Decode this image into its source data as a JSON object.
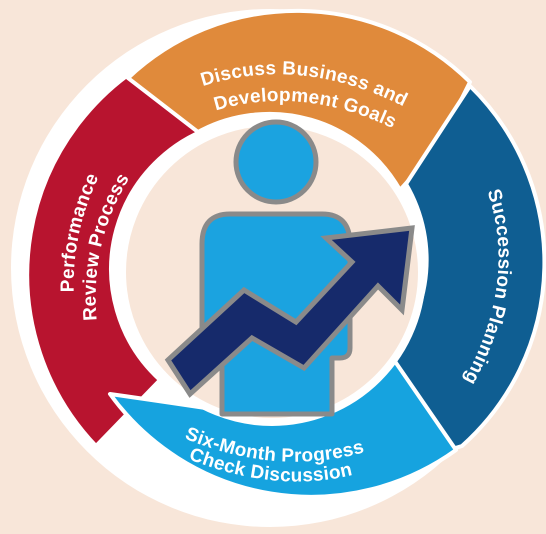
{
  "colors": {
    "background": "#f8e6d9",
    "ring_outline": "#ffffff",
    "center_disc": "#f8e6d9",
    "person_fill": "#1ba3e0",
    "person_outline": "#8a8a8a",
    "arrow_fill": "#162a6b",
    "arrow_outline": "#8a8a8a"
  },
  "segments": [
    {
      "id": "goals",
      "color": "#e08a3b",
      "lines": [
        "Discuss Business and",
        "Development Goals"
      ]
    },
    {
      "id": "succession",
      "color": "#0f5e92",
      "lines": [
        "Succession Planning"
      ]
    },
    {
      "id": "checkin",
      "color": "#16a3df",
      "lines": [
        "Six-Month Progress",
        "Check Discussion"
      ]
    },
    {
      "id": "review",
      "color": "#b8142f",
      "lines": [
        "Performance",
        "Review Process"
      ]
    }
  ],
  "center_icon": "person-with-rising-arrow-icon"
}
